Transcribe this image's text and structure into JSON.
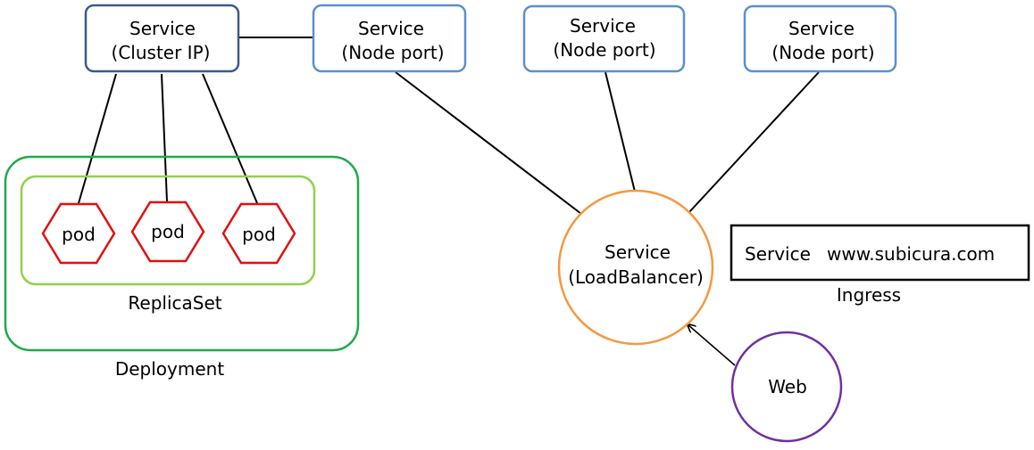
{
  "colors": {
    "cluster_ip_border": "#3a5a8c",
    "node_port_border": "#5b8fd1",
    "pod_border": "#e01010",
    "replicaset_border": "#92d050",
    "deployment_border": "#1faa4a",
    "loadbalancer_border": "#f39a40",
    "web_border": "#7030a0",
    "ingress_border": "#000000",
    "connector": "#000000"
  },
  "cluster_ip": {
    "line1": "Service",
    "line2": "(Cluster IP)"
  },
  "node_ports": [
    {
      "line1": "Service",
      "line2": "(Node port)"
    },
    {
      "line1": "Service",
      "line2": "(Node port)"
    },
    {
      "line1": "Service",
      "line2": "(Node port)"
    }
  ],
  "pods": [
    "pod",
    "pod",
    "pod"
  ],
  "replicaset": {
    "label": "ReplicaSet"
  },
  "deployment": {
    "label": "Deployment"
  },
  "loadbalancer": {
    "line1": "Service",
    "line2": "(LoadBalancer)"
  },
  "web": {
    "label": "Web"
  },
  "ingress": {
    "service": "Service",
    "host": "www.subicura.com",
    "label": "Ingress"
  }
}
